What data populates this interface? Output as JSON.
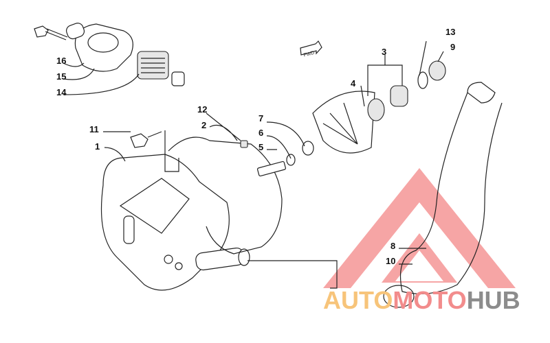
{
  "diagram": {
    "callouts": [
      "16",
      "15",
      "14",
      "13",
      "3",
      "9",
      "4",
      "12",
      "2",
      "7",
      "6",
      "5",
      "11",
      "1",
      "8",
      "10"
    ],
    "fwd_icon_text": "FWD"
  },
  "watermark": {
    "part1": "AUTO",
    "part2": "MOTO",
    "part3": "HUB",
    "colors": {
      "auto": "#f7c47a",
      "moto": "#f28c8c",
      "hub": "#8c8c8c",
      "triangle": "#f48f8f"
    }
  }
}
